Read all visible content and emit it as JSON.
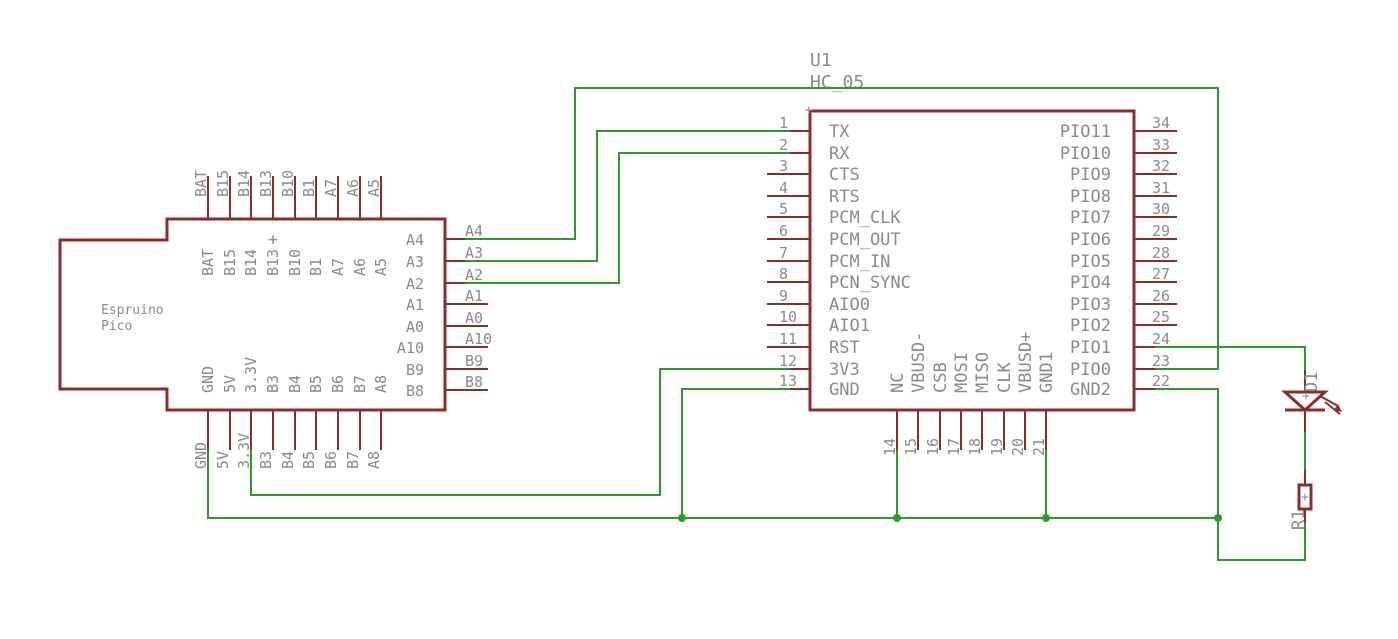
{
  "pico": {
    "name": [
      "Espruino",
      "Pico"
    ],
    "top_pins": [
      "BAT",
      "B15",
      "B14",
      "B13",
      "B10",
      "B1",
      "A7",
      "A6",
      "A5"
    ],
    "top_inner": [
      "BAT",
      "B15",
      "B14",
      "B13",
      "B10",
      "B1",
      "A7",
      "A6",
      "A5"
    ],
    "right_inner": [
      "A4",
      "A3",
      "A2",
      "A1",
      "A0",
      "A10",
      "B9",
      "B8"
    ],
    "right_pins": [
      "A4",
      "A3",
      "A2",
      "A1",
      "A0",
      "A10",
      "B9",
      "B8"
    ],
    "bottom_inner": [
      "GND",
      "5V",
      "3.3V",
      "B3",
      "B4",
      "B5",
      "B6",
      "B7",
      "A8"
    ],
    "bottom_pins": [
      "GND",
      "5V",
      "3.3V",
      "B3",
      "B4",
      "B5",
      "B6",
      "B7",
      "A8"
    ]
  },
  "u1": {
    "ref": "U1",
    "value": "HC_05",
    "left_pins": [
      {
        "num": "1",
        "name": "TX"
      },
      {
        "num": "2",
        "name": "RX"
      },
      {
        "num": "3",
        "name": "CTS"
      },
      {
        "num": "4",
        "name": "RTS"
      },
      {
        "num": "5",
        "name": "PCM_CLK"
      },
      {
        "num": "6",
        "name": "PCM_OUT"
      },
      {
        "num": "7",
        "name": "PCM_IN"
      },
      {
        "num": "8",
        "name": "PCN_SYNC"
      },
      {
        "num": "9",
        "name": "AIO0"
      },
      {
        "num": "10",
        "name": "AIO1"
      },
      {
        "num": "11",
        "name": "RST"
      },
      {
        "num": "12",
        "name": "3V3"
      },
      {
        "num": "13",
        "name": "GND"
      }
    ],
    "right_pins": [
      {
        "num": "34",
        "name": "PIO11"
      },
      {
        "num": "33",
        "name": "PIO10"
      },
      {
        "num": "32",
        "name": "PIO9"
      },
      {
        "num": "31",
        "name": "PIO8"
      },
      {
        "num": "30",
        "name": "PIO7"
      },
      {
        "num": "29",
        "name": "PIO6"
      },
      {
        "num": "28",
        "name": "PIO5"
      },
      {
        "num": "27",
        "name": "PIO4"
      },
      {
        "num": "26",
        "name": "PIO3"
      },
      {
        "num": "25",
        "name": "PIO2"
      },
      {
        "num": "24",
        "name": "PIO1"
      },
      {
        "num": "23",
        "name": "PIO0"
      },
      {
        "num": "22",
        "name": "GND2"
      }
    ],
    "bottom_pins": [
      {
        "num": "14",
        "name": "NC"
      },
      {
        "num": "15",
        "name": "VBUSD-"
      },
      {
        "num": "16",
        "name": "CSB"
      },
      {
        "num": "17",
        "name": "MOSI"
      },
      {
        "num": "18",
        "name": "MISO"
      },
      {
        "num": "19",
        "name": "CLK"
      },
      {
        "num": "20",
        "name": "VBUSD+"
      },
      {
        "num": "21",
        "name": "GND1"
      }
    ]
  },
  "d1": {
    "ref": "D1"
  },
  "r1": {
    "ref": "R1"
  },
  "colors": {
    "part": "#8b2d2d",
    "wire": "#2e9a2e",
    "text": "#8a8a8a"
  }
}
